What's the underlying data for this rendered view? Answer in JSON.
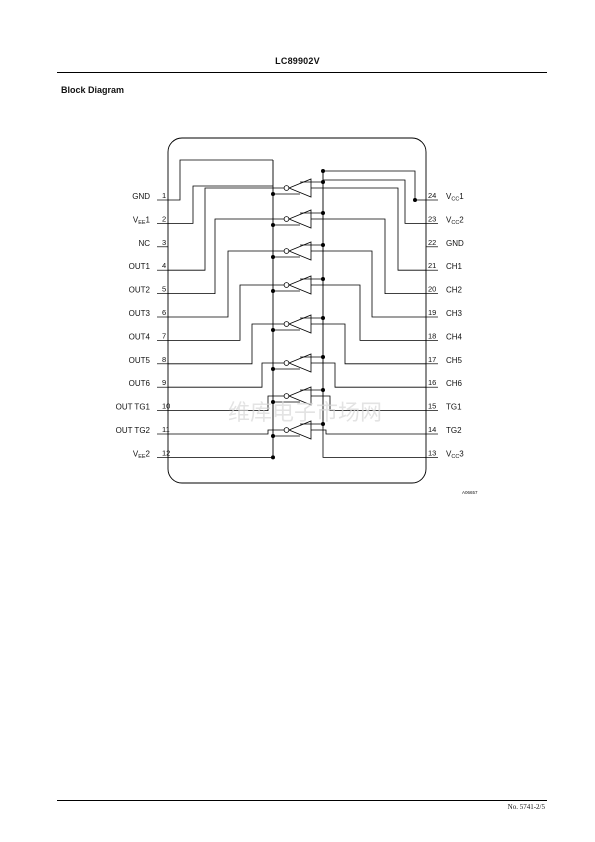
{
  "header": {
    "title": "LC89902V"
  },
  "section": {
    "title": "Block Diagram"
  },
  "diagram": {
    "left_pins": [
      {
        "num": "1",
        "name": "GND",
        "sub": "",
        "suffix": ""
      },
      {
        "num": "2",
        "name": "V",
        "sub": "EE",
        "suffix": "1"
      },
      {
        "num": "3",
        "name": "NC",
        "sub": "",
        "suffix": ""
      },
      {
        "num": "4",
        "name": "OUT1",
        "sub": "",
        "suffix": ""
      },
      {
        "num": "5",
        "name": "OUT2",
        "sub": "",
        "suffix": ""
      },
      {
        "num": "6",
        "name": "OUT3",
        "sub": "",
        "suffix": ""
      },
      {
        "num": "7",
        "name": "OUT4",
        "sub": "",
        "suffix": ""
      },
      {
        "num": "8",
        "name": "OUT5",
        "sub": "",
        "suffix": ""
      },
      {
        "num": "9",
        "name": "OUT6",
        "sub": "",
        "suffix": ""
      },
      {
        "num": "10",
        "name": "OUT TG1",
        "sub": "",
        "suffix": ""
      },
      {
        "num": "11",
        "name": "OUT TG2",
        "sub": "",
        "suffix": ""
      },
      {
        "num": "12",
        "name": "V",
        "sub": "EE",
        "suffix": "2"
      }
    ],
    "right_pins": [
      {
        "num": "24",
        "name": "V",
        "sub": "CC",
        "suffix": "1"
      },
      {
        "num": "23",
        "name": "V",
        "sub": "CC",
        "suffix": "2"
      },
      {
        "num": "22",
        "name": "GND",
        "sub": "",
        "suffix": ""
      },
      {
        "num": "21",
        "name": "CH1",
        "sub": "",
        "suffix": ""
      },
      {
        "num": "20",
        "name": "CH2",
        "sub": "",
        "suffix": ""
      },
      {
        "num": "19",
        "name": "CH3",
        "sub": "",
        "suffix": ""
      },
      {
        "num": "18",
        "name": "CH4",
        "sub": "",
        "suffix": ""
      },
      {
        "num": "17",
        "name": "CH5",
        "sub": "",
        "suffix": ""
      },
      {
        "num": "16",
        "name": "CH6",
        "sub": "",
        "suffix": ""
      },
      {
        "num": "15",
        "name": "TG1",
        "sub": "",
        "suffix": ""
      },
      {
        "num": "14",
        "name": "TG2",
        "sub": "",
        "suffix": ""
      },
      {
        "num": "13",
        "name": "V",
        "sub": "CC",
        "suffix": "3"
      }
    ],
    "figure_code": "A06657",
    "watermark": "维库电子市场网"
  },
  "footer": {
    "page_number": "No. 5741-2/5"
  }
}
